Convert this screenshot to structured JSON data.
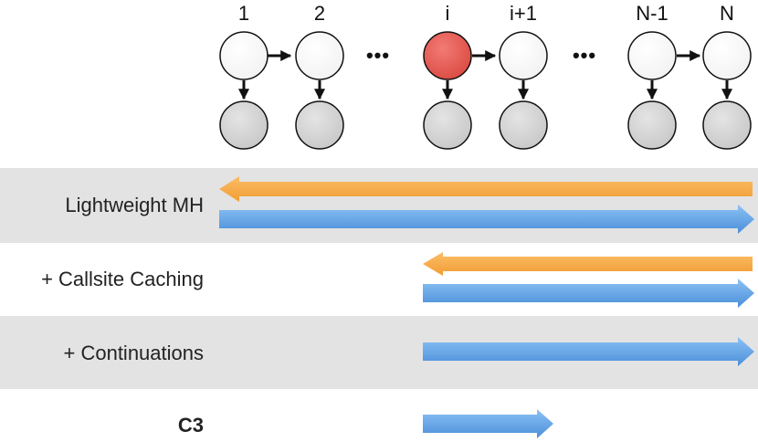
{
  "chain": {
    "labels": [
      "1",
      "2",
      "i",
      "i+1",
      "N-1",
      "N"
    ],
    "ellipsis": "•••",
    "highlighted_index": 2,
    "colors": {
      "node": "#ffffff",
      "highlight": "#e8625c",
      "observed": "#d4d4d4",
      "stroke": "#111111"
    }
  },
  "rows": [
    {
      "label": "Lightweight MH",
      "bold": false,
      "shaded": true,
      "arrows": [
        "left",
        "right"
      ]
    },
    {
      "label": "+ Callsite Caching",
      "bold": false,
      "shaded": false,
      "arrows": [
        "left",
        "right"
      ]
    },
    {
      "label": "+ Continuations",
      "bold": false,
      "shaded": true,
      "arrows": [
        "right"
      ]
    },
    {
      "label": "C3",
      "bold": true,
      "shaded": false,
      "arrows": [
        "right"
      ]
    }
  ],
  "colors": {
    "left_arrow": "#f5a742",
    "right_arrow": "#5b9de0",
    "band": "#e3e3e3"
  }
}
